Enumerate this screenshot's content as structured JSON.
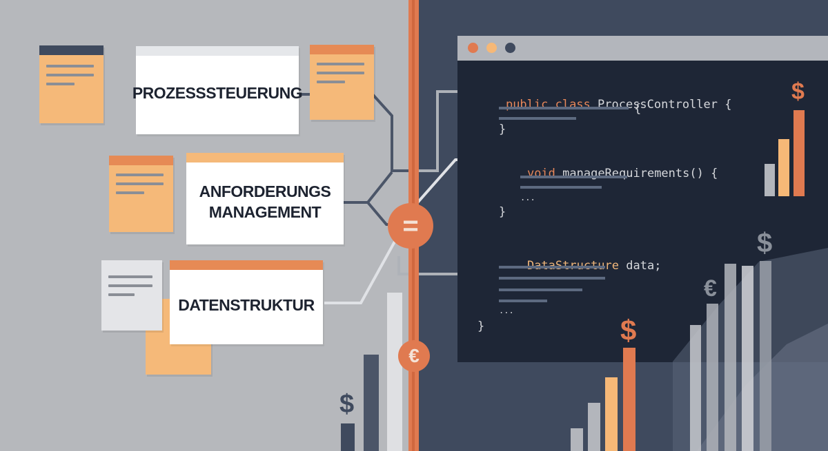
{
  "cards": {
    "prozess": "PROZESSSTEUERUNG",
    "anforderung": "ANFORDERUNGS\nMANAGEMENT",
    "daten": "DATENSTRUKTUR"
  },
  "code": {
    "line1_kw": "public class",
    "line1_id": " ProcessController {",
    "brace_open": "{",
    "brace_close": "}",
    "line2_kw": "void",
    "line2_id": " manageRequirements() {",
    "ellipsis": "...",
    "line3_type": "DataStructure",
    "line3_id": " data;"
  },
  "symbols": {
    "dollar": "$",
    "euro": "€",
    "equals": "="
  },
  "colors": {
    "accent": "#e07a50",
    "peach": "#f6b877",
    "slate": "#3f4a5e",
    "code_bg": "#1e2636",
    "left_bg": "#b6b8bc"
  }
}
